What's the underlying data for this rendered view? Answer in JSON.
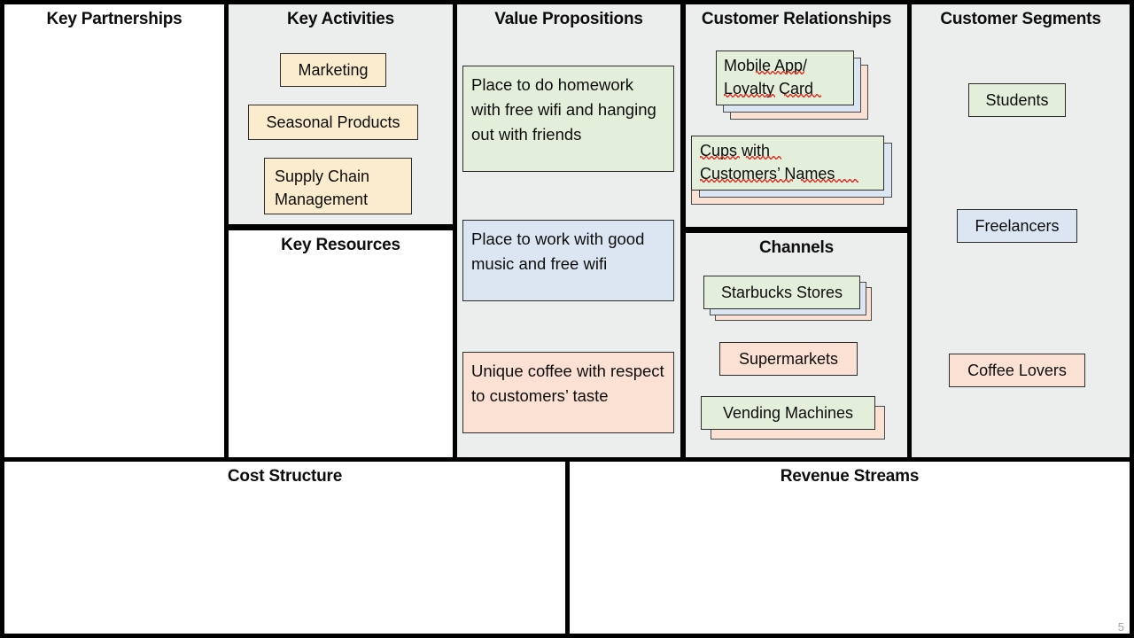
{
  "page": {
    "number": "5",
    "accent_colors": {
      "green": "#e3efda",
      "blue": "#dbe6f2",
      "peach": "#fbe1d3",
      "cream": "#fbeccd",
      "panel_gray": "#eceded",
      "border": "#000000"
    }
  },
  "blocks": {
    "key_partnerships": {
      "title": "Key Partnerships",
      "items": []
    },
    "key_activities": {
      "title": "Key Activities",
      "items": [
        {
          "label": "Marketing",
          "color": "cream"
        },
        {
          "label": "Seasonal Products",
          "color": "cream"
        },
        {
          "label": "Supply Chain\nManagement",
          "color": "cream"
        }
      ]
    },
    "key_resources": {
      "title": "Key Resources",
      "items": []
    },
    "value_propositions": {
      "title": "Value Propositions",
      "items": [
        {
          "label": "Place to do homework with free wifi and hanging out with friends",
          "color": "green"
        },
        {
          "label": "Place to work with good music and free wifi",
          "color": "blue"
        },
        {
          "label": "Unique coffee with respect to customers’ taste",
          "color": "peach"
        }
      ]
    },
    "customer_relationships": {
      "title": "Customer Relationships",
      "items": [
        {
          "label": "Mobile App/\nLoyalty Card",
          "color": "green",
          "stack": [
            "blue",
            "peach"
          ]
        },
        {
          "label": "Cups with\nCustomers’ Names",
          "color": "green",
          "stack": [
            "blue",
            "peach"
          ]
        }
      ]
    },
    "channels": {
      "title": "Channels",
      "items": [
        {
          "label": "Starbucks Stores",
          "color": "green",
          "stack": [
            "blue",
            "peach"
          ]
        },
        {
          "label": "Supermarkets",
          "color": "peach",
          "stack": []
        },
        {
          "label": "Vending Machines",
          "color": "green",
          "stack": [
            "peach"
          ]
        }
      ]
    },
    "customer_segments": {
      "title": "Customer Segments",
      "items": [
        {
          "label": "Students",
          "color": "green"
        },
        {
          "label": "Freelancers",
          "color": "blue"
        },
        {
          "label": "Coffee Lovers",
          "color": "peach"
        }
      ]
    },
    "cost_structure": {
      "title": "Cost Structure",
      "items": []
    },
    "revenue_streams": {
      "title": "Revenue Streams",
      "items": []
    }
  }
}
